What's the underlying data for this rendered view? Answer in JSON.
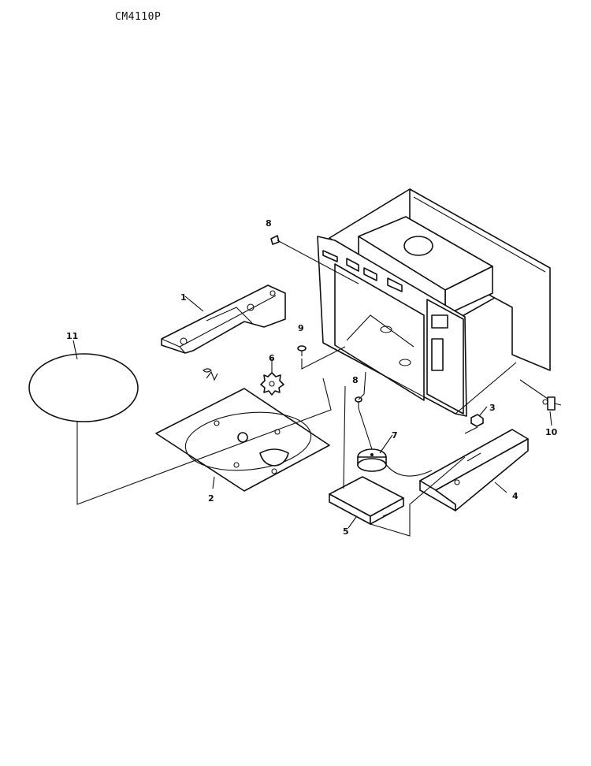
{
  "model_id": "CM4110P",
  "callouts": {
    "c1": "1",
    "c2": "2",
    "c3": "3",
    "c4": "4",
    "c5": "5",
    "c6": "6",
    "c7": "7",
    "c8a": "8",
    "c8b": "8",
    "c9": "9",
    "c10": "10",
    "c11": "11"
  }
}
